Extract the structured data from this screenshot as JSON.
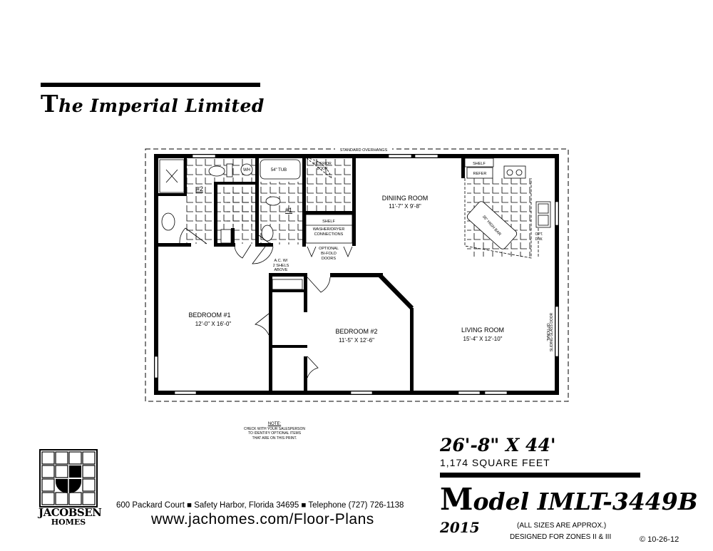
{
  "header": {
    "title_initial": "T",
    "title_rest": "he Imperial Limited"
  },
  "plan": {
    "overhang_label": "STANDARD OVERHANGS",
    "rooms": {
      "dining": {
        "name": "DINIING ROOM",
        "size": "11'-7\" X 9'-8\""
      },
      "living": {
        "name": "LIVING ROOM",
        "size": "15'-4\" X 12'-10\""
      },
      "bedroom1": {
        "name": "BEDROOM #1",
        "size": "12'-0\" X 16'-0\""
      },
      "bedroom2": {
        "name": "BEDROOM #2",
        "size": "11'-5\" X 12'-6\""
      },
      "bath1": {
        "name": "#1"
      },
      "bath2": {
        "name": "#2"
      }
    },
    "fixtures": {
      "water_heater": "WH",
      "tub": "54\" TUB",
      "exterior_door": [
        "EXTERIOR",
        "DOOR"
      ],
      "shelf_laundry": "SHELF",
      "washer_dryer": [
        "WASHER/DRYER",
        "CONNECTIONS"
      ],
      "bifold": [
        "OPTIONAL",
        "BI-FOLD",
        "DOORS"
      ],
      "ac": [
        "A.C. W/",
        "2 SHELS",
        "ABOVE"
      ],
      "shelf_kitchen": "SHELF",
      "refer": "REFER",
      "bar": "36\" HIGH BAR",
      "dishwasher": [
        "OPT.",
        "D.W."
      ],
      "sliding_door": [
        "OPTIONAL",
        "SLIDING GLASS DOOR"
      ]
    }
  },
  "note": {
    "heading": "NOTE:",
    "lines": [
      "CHECK WITH YOUR SALESPERSON",
      "TO IDENTIFY OPTIONAL ITEMS",
      "THAT ARE ON THIS PRINT."
    ]
  },
  "company": {
    "logo_line1": "JACOBSEN",
    "logo_line2": "HOMES",
    "address": "600 Packard Court ■ Safety Harbor, Florida 34695 ■ Telephone (727) 726-1138",
    "website": "www.jachomes.com/Floor-Plans"
  },
  "specs": {
    "dimensions": "26'-8\" X 44'",
    "square_feet": "1,174 SQUARE FEET",
    "model_initial": "M",
    "model_rest": "odel IMLT-3449B",
    "year": "2015",
    "approx": "(ALL SIZES ARE APPROX.)",
    "zones": "DESIGNED FOR ZONES II & III",
    "copyright": "© 10-26-12"
  }
}
